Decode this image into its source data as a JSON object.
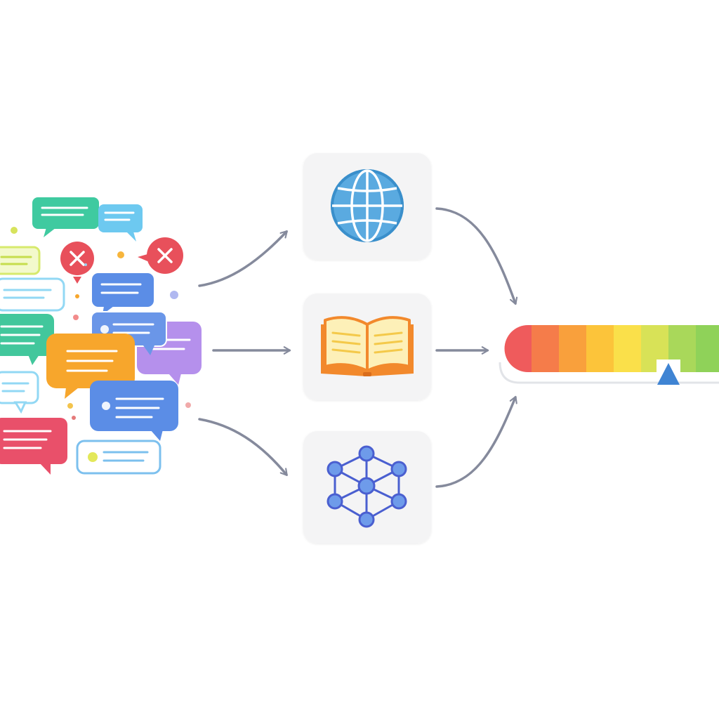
{
  "diagram": {
    "colors": {
      "background": "#ffffff",
      "card": "#f4f4f5",
      "arrow": "#858a9c",
      "globe": "#4da2dc",
      "book_cover": "#f2892c",
      "book_pages": "#fdf0b8",
      "network": "#4a5fd0",
      "network_light": "#6e9bea",
      "pointer": "#3f84d3"
    },
    "sources": [
      {
        "name": "web",
        "icon": "globe-icon"
      },
      {
        "name": "books",
        "icon": "open-book-icon"
      },
      {
        "name": "knowledge-graph",
        "icon": "network-graph-icon"
      }
    ],
    "scale": {
      "segments": [
        "#ef5b5c",
        "#f57c4a",
        "#f9a03c",
        "#fcc43a",
        "#fae04a",
        "#d8e257",
        "#a9d85a",
        "#8fd259"
      ],
      "marker_value": 0.75,
      "marker_icon": "triangle-pointer-icon"
    },
    "bubble_colors": [
      "#3fcaa0",
      "#6dc9f0",
      "#d7ea6c",
      "#92d8f4",
      "#5b8de6",
      "#42c79c",
      "#f7a62c",
      "#b590ec",
      "#e9506a",
      "#ffffff"
    ],
    "reject_icons": [
      "x-circle-icon",
      "x-circle-icon"
    ]
  }
}
